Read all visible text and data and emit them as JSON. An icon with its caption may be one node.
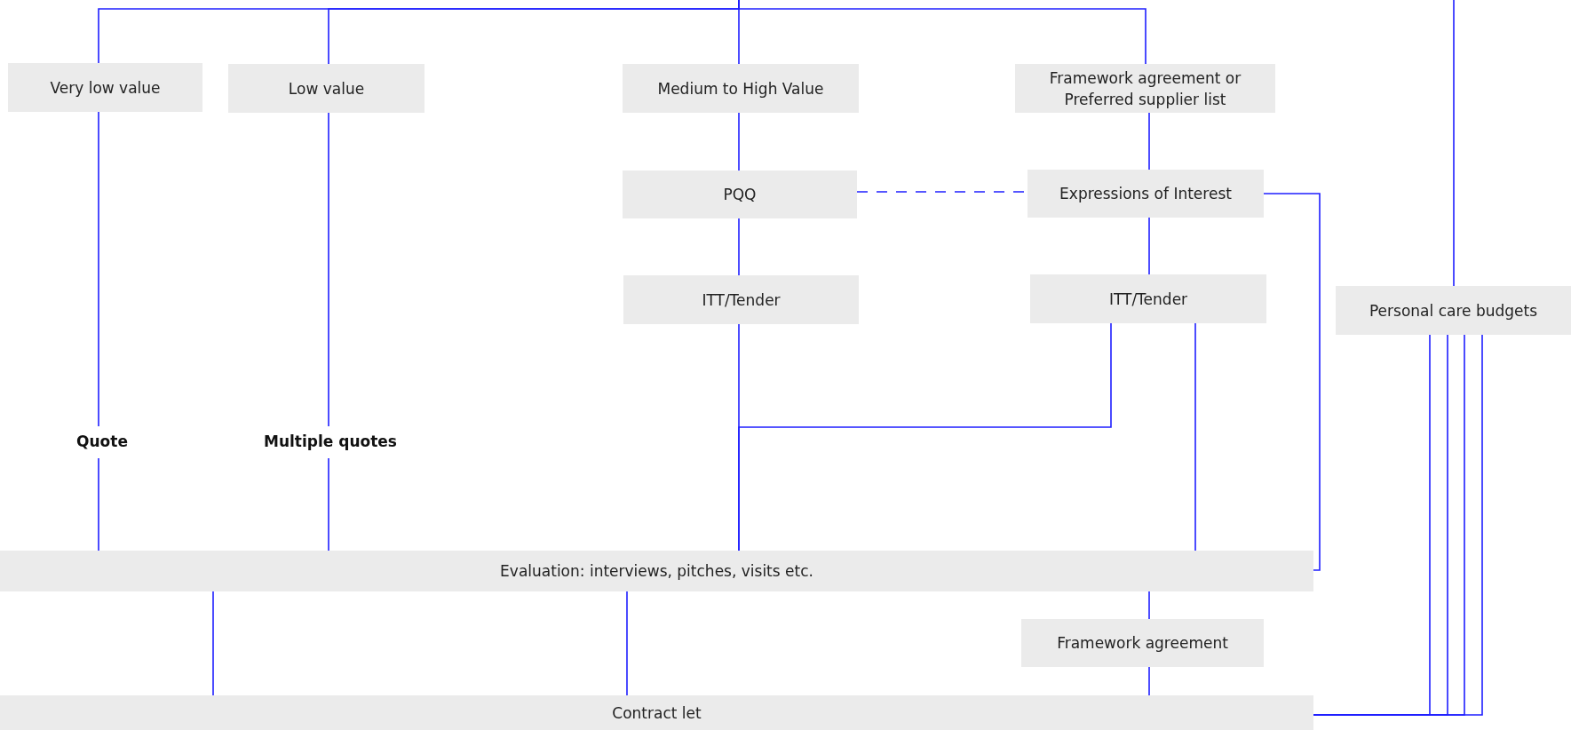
{
  "diagram": {
    "nodes": [
      {
        "text": [
          "Very low value"
        ]
      },
      {
        "text": [
          "Low value"
        ]
      },
      {
        "text": [
          "Medium to High Value"
        ]
      },
      {
        "text": [
          "Framework agreement or Preferred supplier list"
        ]
      },
      {
        "text": [
          "PQQ"
        ]
      },
      {
        "text": [
          "Expressions of Interest"
        ]
      },
      {
        "text": [
          "ITT/Tender"
        ]
      },
      {
        "text": [
          "ITT/Tender"
        ]
      },
      {
        "text": [
          "Personal care budgets"
        ]
      },
      {
        "text": [
          "Quote"
        ]
      },
      {
        "text": [
          "Multiple quotes"
        ]
      },
      {
        "text": [
          "Evaluation: interviews, pitches, visits etc."
        ]
      },
      {
        "text": [
          "Framework agreement"
        ]
      },
      {
        "text": [
          "Contract let"
        ]
      }
    ],
    "edges": [
      {
        "from": null,
        "to": 0,
        "arrow": "none"
      },
      {
        "from": null,
        "to": 1,
        "arrow": "none"
      },
      {
        "from": null,
        "to": 2,
        "arrow": "none"
      },
      {
        "from": null,
        "to": 3,
        "arrow": "none"
      },
      {
        "from": 0,
        "to": 9,
        "arrow": "none"
      },
      {
        "from": 9,
        "to": 11,
        "arrow": "none"
      },
      {
        "from": 1,
        "to": 10,
        "arrow": "none"
      },
      {
        "from": 10,
        "to": 11,
        "arrow": "none"
      },
      {
        "from": 2,
        "to": 4,
        "arrow": "none"
      },
      {
        "from": 4,
        "to": 6,
        "arrow": "none"
      },
      {
        "from": 6,
        "to": 11,
        "arrow": "none"
      },
      {
        "from": 4,
        "to": 5,
        "arrow": "none",
        "style": "dashed"
      },
      {
        "from": 3,
        "to": 5,
        "arrow": "none"
      },
      {
        "from": 5,
        "to": 7,
        "arrow": "none"
      },
      {
        "from": 7,
        "to": 11,
        "arrow": "none"
      },
      {
        "from": 7,
        "to": 11,
        "arrow": "none"
      },
      {
        "from": 5,
        "to": 11,
        "arrow": "none"
      },
      {
        "from": 11,
        "to": 13,
        "arrow": "none"
      },
      {
        "from": 11,
        "to": 13,
        "arrow": "none"
      },
      {
        "from": 11,
        "to": 12,
        "arrow": "none"
      },
      {
        "from": 12,
        "to": 13,
        "arrow": "none"
      },
      {
        "from": 13,
        "to": 8,
        "arrow": "none"
      },
      {
        "from": 13,
        "to": 8,
        "arrow": "none"
      },
      {
        "from": 13,
        "to": 8,
        "arrow": "none"
      },
      {
        "from": 13,
        "to": 8,
        "arrow": "none"
      },
      {
        "from": null,
        "to": 8,
        "arrow": "none"
      }
    ]
  }
}
